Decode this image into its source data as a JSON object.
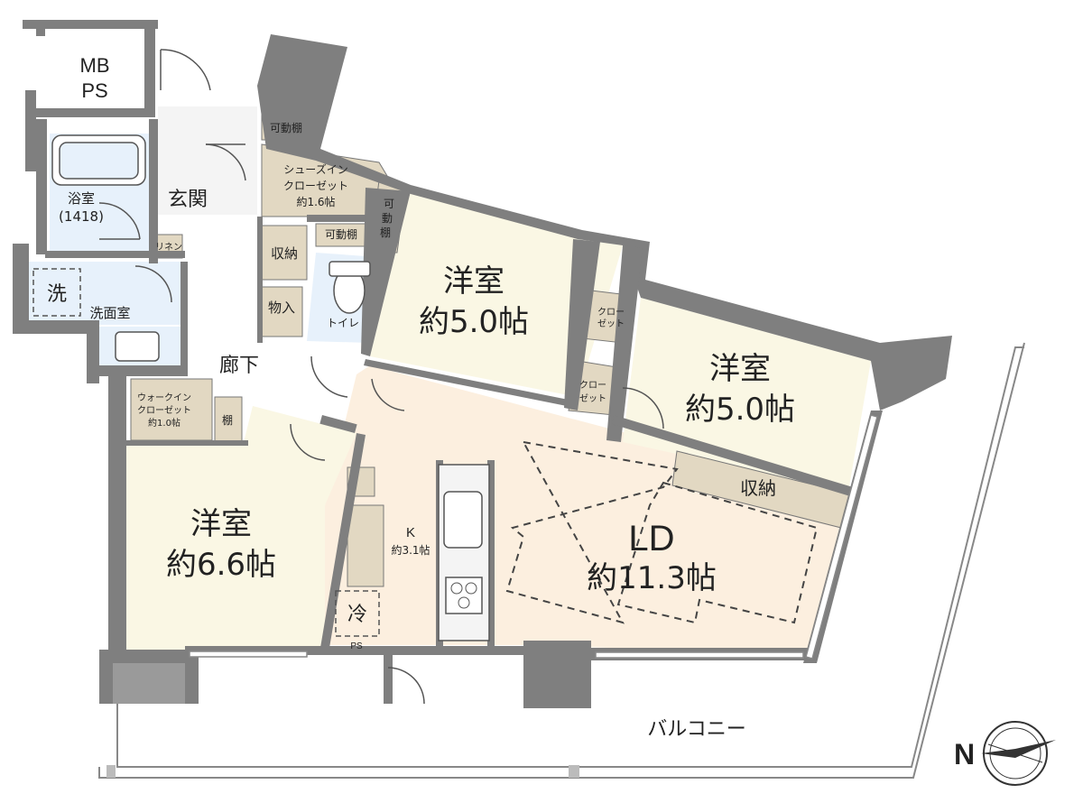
{
  "floorplan": {
    "rooms": {
      "mbps": {
        "line1": "MB",
        "line2": "PS"
      },
      "entrance": {
        "label": "玄関"
      },
      "bathroom": {
        "line1": "浴室",
        "line2": "(1418)"
      },
      "linen": {
        "label": "リネン"
      },
      "washer": {
        "label": "洗"
      },
      "washroom": {
        "label": "洗面室"
      },
      "shoes_closet": {
        "line1": "シューズイン",
        "line2": "クローゼット",
        "line3": "約1.6帖"
      },
      "shelf_top": {
        "label": "可動棚"
      },
      "shelf_mid": {
        "label": "可動棚"
      },
      "shelf_vert": {
        "line1": "可",
        "line2": "動",
        "line3": "棚"
      },
      "storage_small": {
        "label": "収納"
      },
      "storeroom": {
        "label": "物入"
      },
      "toilet": {
        "label": "トイレ"
      },
      "hallway": {
        "label": "廊下"
      },
      "bedroom1": {
        "name": "洋室",
        "size": "約5.0帖"
      },
      "closet_a": {
        "line1": "クロー",
        "line2": "ゼット"
      },
      "closet_b": {
        "line1": "クロー",
        "line2": "ゼット"
      },
      "bedroom2": {
        "name": "洋室",
        "size": "約5.0帖"
      },
      "wic": {
        "line1": "ウォークイン",
        "line2": "クローゼット",
        "line3": "約1.0帖",
        "shelf": "棚"
      },
      "bedroom3": {
        "name": "洋室",
        "size": "約6.6帖"
      },
      "kitchen": {
        "name": "K",
        "size": "約3.1帖"
      },
      "fridge": {
        "label": "冷"
      },
      "ps_small": {
        "label": "PS"
      },
      "ld": {
        "name": "LD",
        "size": "約11.3帖"
      },
      "ld_storage": {
        "label": "収納"
      },
      "balcony": {
        "label": "バルコニー"
      }
    },
    "compass": {
      "label": "N"
    },
    "colors": {
      "wall": "#7f7f7f",
      "storage": "#e2d8c2",
      "room": "#faf7e4",
      "ld": "#fcefdf",
      "wet": "#e7f1fb",
      "outline": "#555555"
    }
  }
}
